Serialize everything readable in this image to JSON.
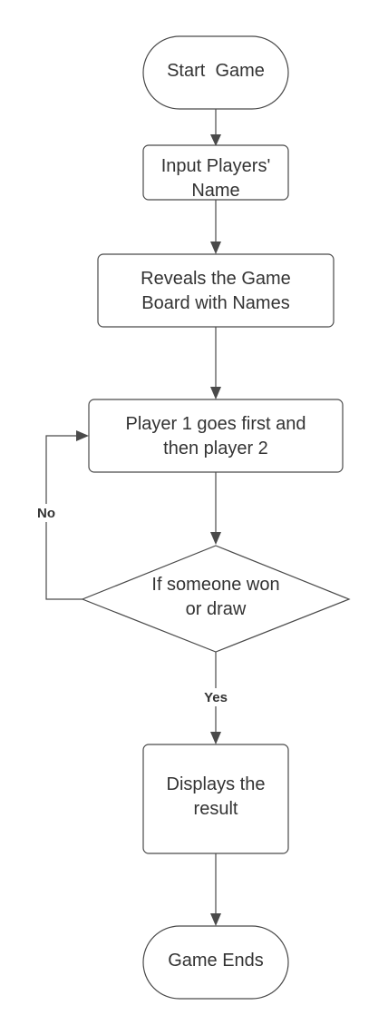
{
  "colors": {
    "stroke": "#4a4a4a",
    "text": "#333333",
    "background": "#ffffff"
  },
  "nodes": {
    "start": {
      "lines": [
        "Start  Game"
      ]
    },
    "input_names": {
      "lines": [
        "Input Players'",
        "Name"
      ]
    },
    "reveal_board": {
      "lines": [
        "Reveals the Game",
        "Board with Names"
      ]
    },
    "player_turns": {
      "lines": [
        "Player 1 goes first and",
        "then player 2"
      ]
    },
    "decision": {
      "lines": [
        "If someone won",
        "or draw"
      ]
    },
    "display_result": {
      "lines": [
        "Displays the",
        "result"
      ]
    },
    "end": {
      "lines": [
        "Game Ends"
      ]
    }
  },
  "edges": {
    "no_label": "No",
    "yes_label": "Yes"
  }
}
